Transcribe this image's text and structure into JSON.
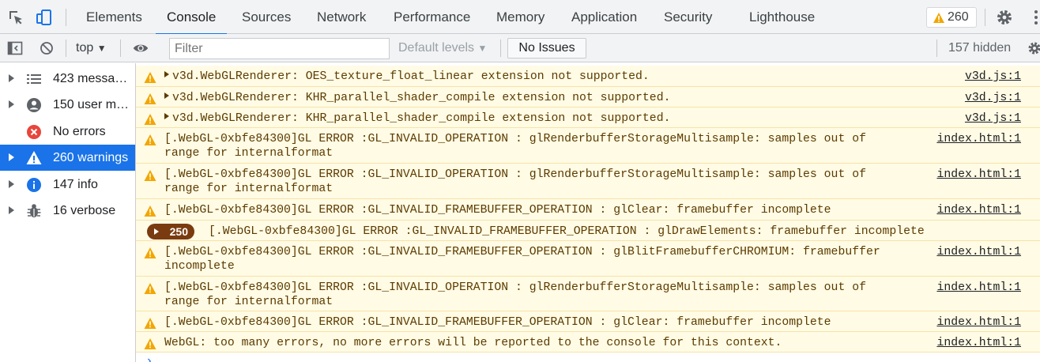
{
  "tabs": [
    "Elements",
    "Console",
    "Sources",
    "Network",
    "Performance",
    "Memory",
    "Application",
    "Security",
    "Lighthouse"
  ],
  "active_tab": "Console",
  "warning_badge_count": "260",
  "toolbar": {
    "context": "top",
    "filter_placeholder": "Filter",
    "levels": "Default levels",
    "issues_button": "No Issues",
    "hidden_count": "157 hidden"
  },
  "sidebar": {
    "items": [
      {
        "label": "423 messa…",
        "icon": "list-icon"
      },
      {
        "label": "150 user m…",
        "icon": "user-icon"
      },
      {
        "label": "No errors",
        "icon": "error-icon"
      },
      {
        "label": "260 warnings",
        "icon": "warning-icon",
        "selected": true
      },
      {
        "label": "147 info",
        "icon": "info-icon"
      },
      {
        "label": "16 verbose",
        "icon": "bug-icon"
      }
    ]
  },
  "messages": [
    {
      "text": "v3d.WebGLRenderer: OES_texture_float_linear extension not supported.",
      "source": "v3d.js:1"
    },
    {
      "text": "v3d.WebGLRenderer: KHR_parallel_shader_compile extension not supported.",
      "source": "v3d.js:1"
    },
    {
      "text": "v3d.WebGLRenderer: KHR_parallel_shader_compile extension not supported.",
      "source": "v3d.js:1"
    },
    {
      "text": "[.WebGL-0xbfe84300]GL ERROR :GL_INVALID_OPERATION : glRenderbufferStorageMultisample: samples out of\nrange for internalformat",
      "source": "index.html:1"
    },
    {
      "text": "[.WebGL-0xbfe84300]GL ERROR :GL_INVALID_OPERATION : glRenderbufferStorageMultisample: samples out of\nrange for internalformat",
      "source": "index.html:1"
    },
    {
      "text": "[.WebGL-0xbfe84300]GL ERROR :GL_INVALID_FRAMEBUFFER_OPERATION : glClear: framebuffer incomplete",
      "source": "index.html:1"
    },
    {
      "text": "[.WebGL-0xbfe84300]GL ERROR :GL_INVALID_FRAMEBUFFER_OPERATION : glDrawElements: framebuffer incomplete",
      "source": "",
      "repeat": "250"
    },
    {
      "text": "[.WebGL-0xbfe84300]GL ERROR :GL_INVALID_FRAMEBUFFER_OPERATION : glBlitFramebufferCHROMIUM: framebuffer\nincomplete",
      "source": "index.html:1"
    },
    {
      "text": "[.WebGL-0xbfe84300]GL ERROR :GL_INVALID_OPERATION : glRenderbufferStorageMultisample: samples out of\nrange for internalformat",
      "source": "index.html:1"
    },
    {
      "text": "[.WebGL-0xbfe84300]GL ERROR :GL_INVALID_FRAMEBUFFER_OPERATION : glClear: framebuffer incomplete",
      "source": "index.html:1"
    },
    {
      "text": "WebGL: too many errors, no more errors will be reported to the console for this context.",
      "source": "index.html:1"
    }
  ],
  "colors": {
    "accent": "#1a73e8",
    "warning_bg": "#fffbe5",
    "warning_text": "#5c3b00",
    "warning_icon": "#f2a600"
  }
}
